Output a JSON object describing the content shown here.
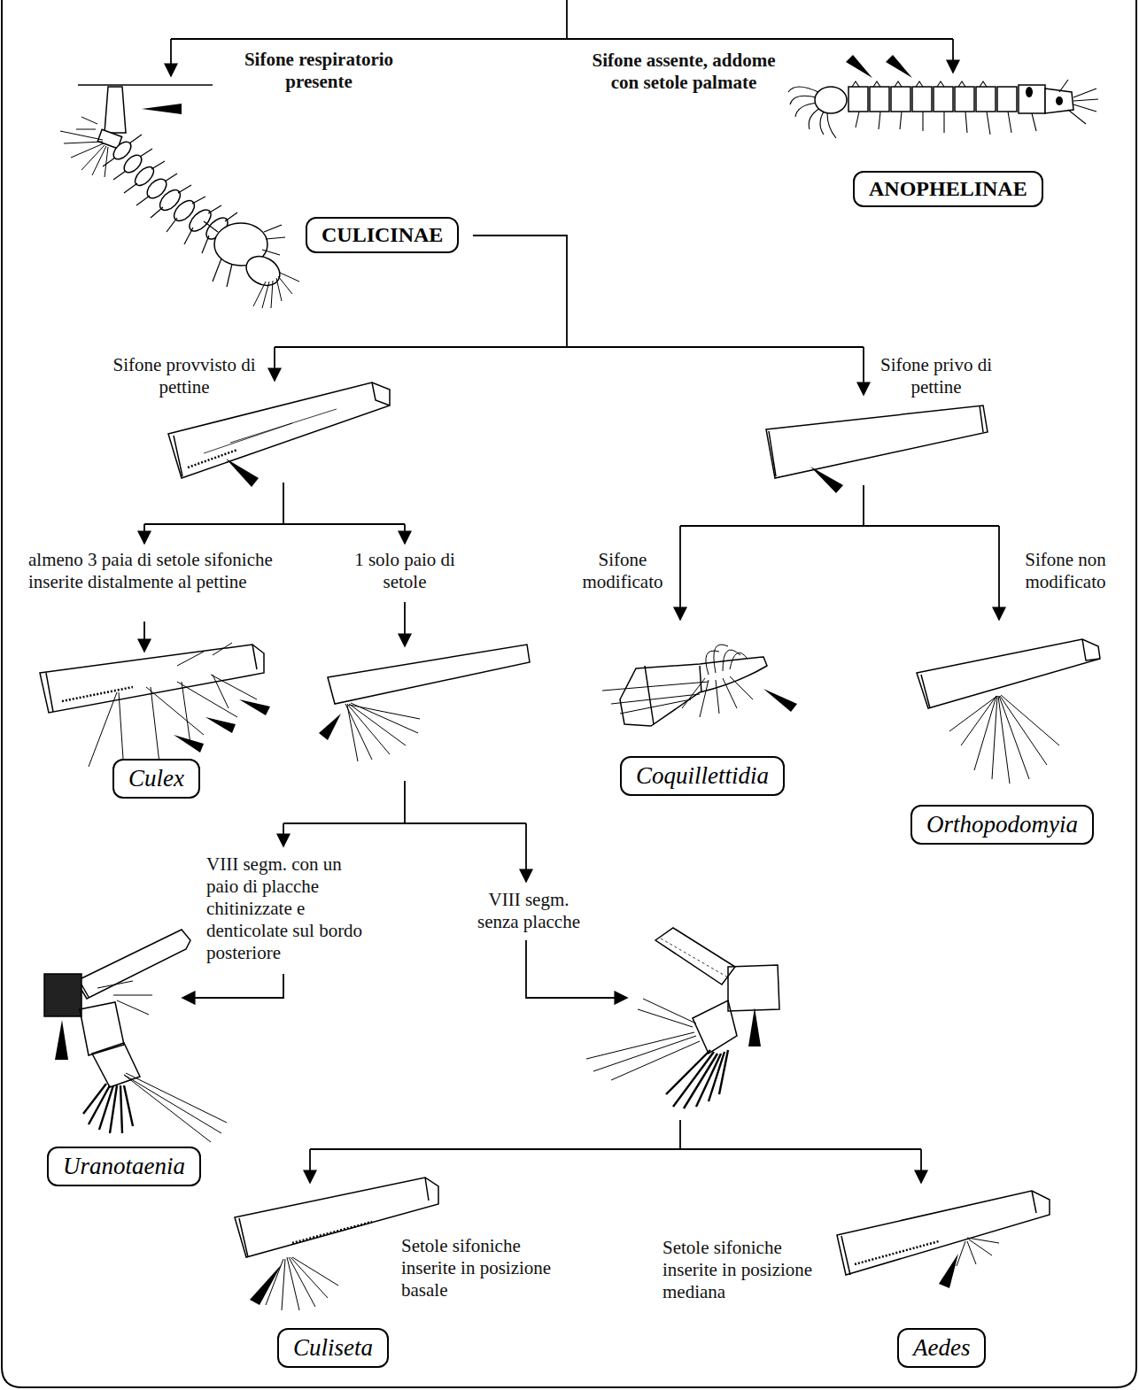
{
  "diagram": {
    "nodes": [
      {
        "text": [
          "ANOPHELINAE"
        ]
      },
      {
        "text": [
          "CULICINAE"
        ]
      },
      {
        "text": [
          "Culex"
        ]
      },
      {
        "text": [
          "Coquillettidia"
        ]
      },
      {
        "text": [
          "Orthopodomyia"
        ]
      },
      {
        "text": [
          "Uranotaenia"
        ]
      },
      {
        "text": [
          "Culiseta"
        ]
      },
      {
        "text": [
          "Aedes"
        ]
      }
    ],
    "labels": [
      "Sifone respiratorio presente",
      "Sifone assente, addome con setole palmate",
      "Sifone provvisto di pettine",
      "Sifone privo di pettine",
      "almeno 3 paia di setole sifoniche inserite distalmente al pettine",
      "1 solo paio di setole",
      "Sifone modificato",
      "Sifone non modificato",
      "VIII segm. con un paio di placche chitinizzate e denticolate sul bordo posteriore",
      "VIII segm. senza placche",
      "Setole sifoniche inserite in posizione basale",
      "Setole sifoniche inserite in posizione mediana"
    ]
  }
}
